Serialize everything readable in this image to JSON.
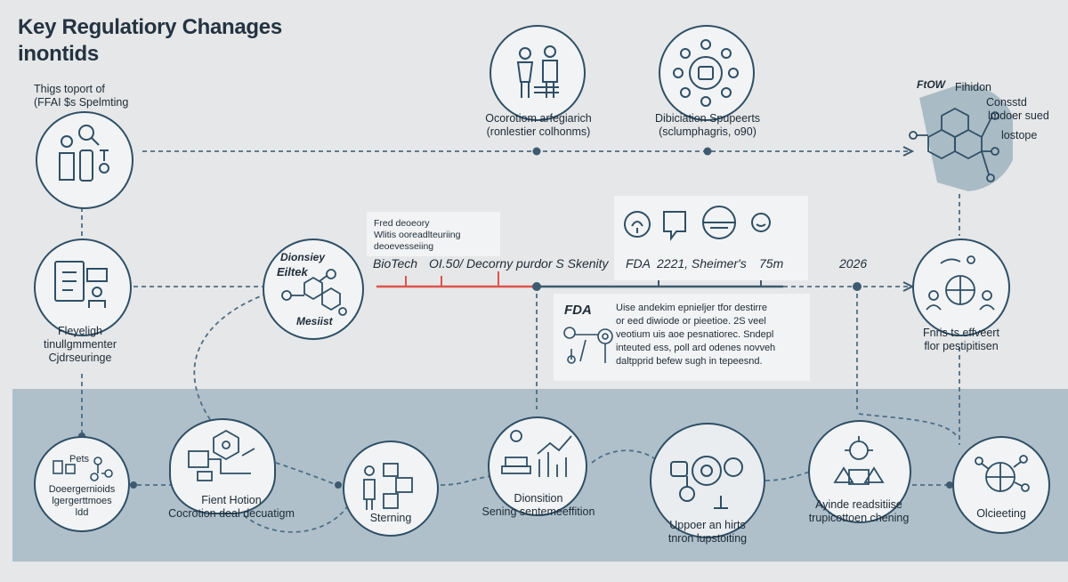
{
  "header": {
    "title_line1": "Key Regulatiory Chanages",
    "title_line2": "inontids"
  },
  "nodes": {
    "top_left": {
      "label_line1": "Thigs toport of",
      "label_line2": "(FFAI  $s Spelmting"
    },
    "top_center_a": {
      "label_line1": "Ocorotiom arfegiarich",
      "label_line2": "(ronlestier colhonms)"
    },
    "top_center_b": {
      "label_line1": "Dibiciation Spupeerts",
      "label_line2": "(sclumphagris, o90)"
    },
    "top_right": {
      "tag1": "FtOW",
      "tag2": "Fihidon",
      "tag3": "Consstd",
      "tag4": "lmdoer sued",
      "tag5": "lostope"
    },
    "mid_left": {
      "label_line1": "Fleyeligh",
      "label_line2": "tinullgmmenter",
      "label_line3": "Cjdrseuringe"
    },
    "mid_center": {
      "text_top": "Dionsiey",
      "text_mid": "Eiltek",
      "text_bottom": "Mesiist"
    },
    "mid_right": {
      "label_line1": "Fnris ts effveert",
      "label_line2": "flor pestipitisen"
    }
  },
  "timeline": {
    "note_line1": "Fred deoeory",
    "note_line2": "Wlitis ooreadlteuriing",
    "note_line3": "deoevesseiing",
    "label_biotech": "BioTech",
    "label_decory": "OI.50/ Decorny purdor S Skenity",
    "label_fda": "FDA",
    "label_date": "2221, Sheimer's",
    "label_amount": "75m",
    "label_year": "2026"
  },
  "fda_box": {
    "heading": "FDA",
    "body_line1": "Uise andekim epnieljer tfor destirre",
    "body_line2": "or eed diwiode or pieetioe. 2S veel",
    "body_line3": "veotium uis aoe pesnatiorec. Sndepl",
    "body_line4": "inteuted ess, poll ard odenes novveh",
    "body_line5": "daltpprid befew sugh in tepeesnd."
  },
  "bottom_nodes": {
    "n1": {
      "inner": "Pets",
      "label_line1": "Doeergernioids",
      "label_line2": "lgergerttmoes",
      "label_line3": "ldd"
    },
    "n2": {
      "label_line1": "Fient Hotion",
      "label_line2": "Cocrotion  deal decuatigm"
    },
    "n3": {
      "label": "Sterning"
    },
    "n4": {
      "label_line1": "Dionsition",
      "label_line2": "Sening sentemeeffition"
    },
    "n5": {
      "label_line1": "Uppoer an hirts",
      "label_line2": "tnron lupstoiting"
    },
    "n6": {
      "label_line1": "Ayinde readsitiise",
      "label_line2": "trupicottoen chening"
    },
    "n7": {
      "label": "Olcieeting"
    }
  },
  "colors": {
    "band": "#afc0ca",
    "node_stroke": "#2f4f66",
    "wire": "#4e6e84",
    "timeline_red": "#e0534a",
    "timeline_blue": "#3e5a70"
  }
}
